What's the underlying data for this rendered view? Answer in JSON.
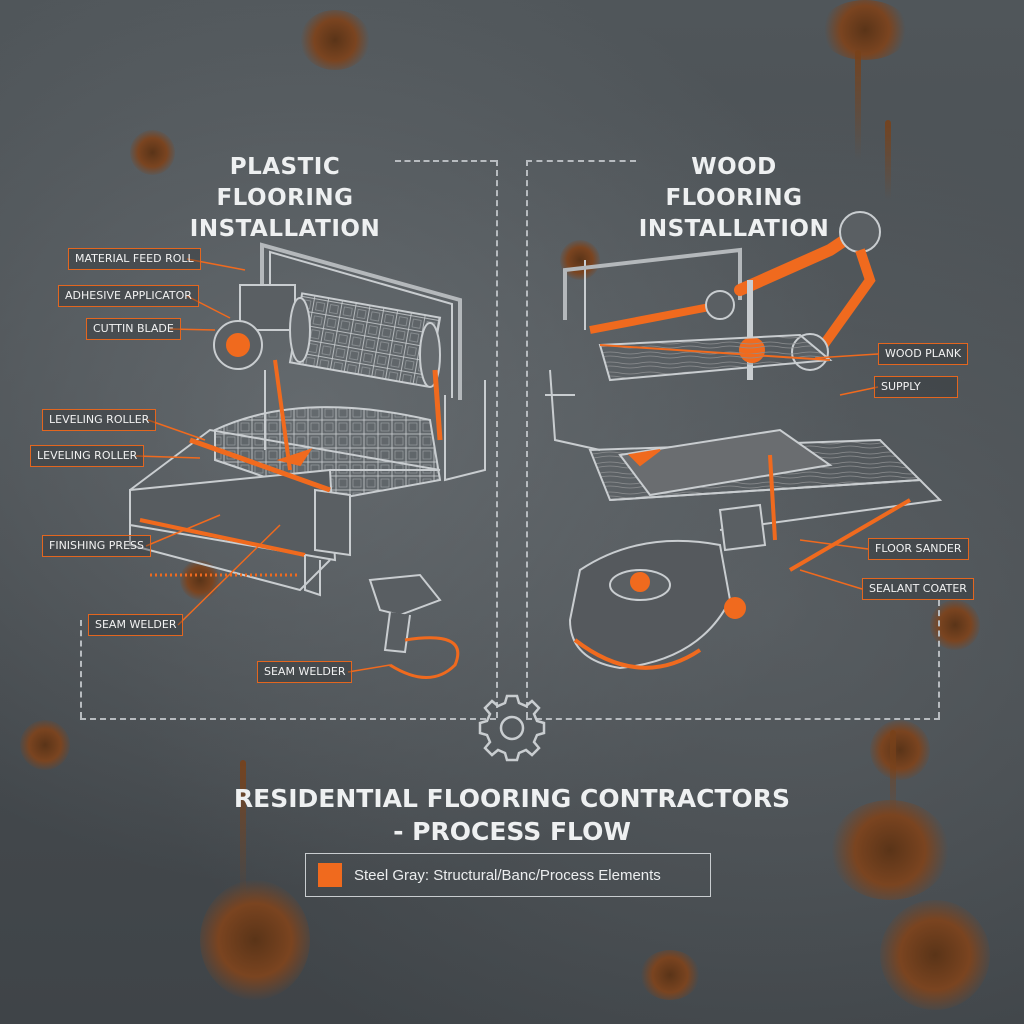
{
  "diagram": {
    "main_title": "RESIDENTIAL FLOORING CONTRACTORS\n- PROCESS FLOW",
    "legend": {
      "swatch_color": "#f06a1e",
      "text": "Steel Gray: Structural/Banc/Process Elements"
    },
    "plastic": {
      "title": "PLASTIC FLOORING\nINSTALLATION",
      "labels": {
        "material_feed_roll": "MATERIAL FEED ROLL",
        "adhesive_applicator": "ADHESIVE APPLICATOR",
        "cuttin_blade": "CUTTIN BLADE",
        "leveling_roller_1": "LEVELING ROLLER",
        "leveling_roller_2": "LEVELING ROLLER",
        "finishing_press": "FINISHING PRESS",
        "seam_welder_1": "SEAM WELDER",
        "seam_welder_2": "SEAM WELDER"
      }
    },
    "wood": {
      "title": "WOOD FLOORING\nINSTALLATION",
      "labels": {
        "wood_plank": "WOOD PLANK",
        "supply": "SUPPLY",
        "floor_sander": "FLOOR SANDER",
        "sealant_coater": "SEALANT COATER"
      }
    },
    "colors": {
      "accent": "#f06a1e",
      "line": "#c9cdd0",
      "background": "#4a4f53"
    },
    "icons": [
      "gear-icon",
      "heat-gun-icon"
    ]
  }
}
